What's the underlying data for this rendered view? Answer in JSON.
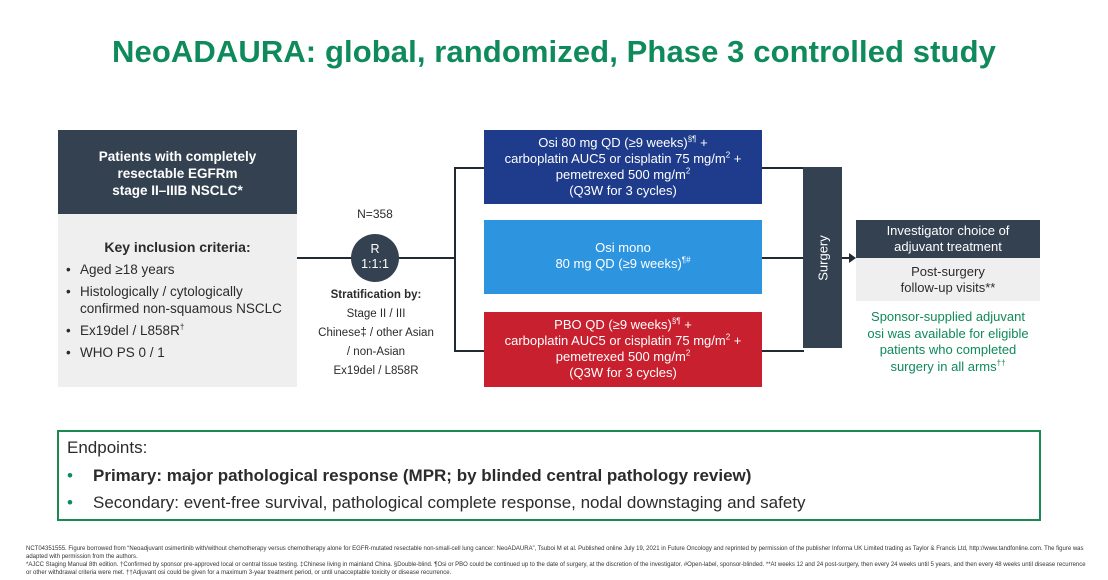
{
  "title": "NeoADAURA: global, randomized, Phase 3 controlled study",
  "patients": {
    "line1": "Patients with completely",
    "line2": "resectable EGFRm",
    "line3": "stage II–IIIB NSCLC*"
  },
  "criteria": {
    "title": "Key inclusion criteria:",
    "items": [
      {
        "lines": [
          "Aged ≥18 years"
        ],
        "sup": ""
      },
      {
        "lines": [
          "Histologically / cytologically",
          "confirmed non-squamous NSCLC"
        ],
        "sup": ""
      },
      {
        "lines": [
          "Ex19del / L858R"
        ],
        "sup": "†"
      },
      {
        "lines": [
          "WHO PS 0 / 1"
        ],
        "sup": ""
      }
    ]
  },
  "randomization": {
    "n": "N=358",
    "r": "R",
    "ratio": "1:1:1"
  },
  "stratification": {
    "heading": "Stratification by:",
    "lines": [
      "Stage II / III",
      "Chinese‡ / other Asian",
      "/ non-Asian",
      "Ex19del / L858R"
    ]
  },
  "arms": [
    {
      "l1": "Osi 80 mg QD (≥9 weeks)",
      "l1_sup": "§¶",
      "l1_tail": " +",
      "l2": "carboplatin AUC5 or cisplatin 75 mg/m",
      "l2_sup": "2",
      "l2_tail": " +",
      "l3": "pemetrexed 500 mg/m",
      "l3_sup": "2",
      "l4": "(Q3W for 3 cycles)",
      "color": "#1f3c8c"
    },
    {
      "l1": "Osi mono",
      "l2": "80 mg QD (≥9 weeks)",
      "l2_sup": "¶#",
      "color": "#2d94e0"
    },
    {
      "l1": "PBO QD (≥9 weeks)",
      "l1_sup": "§¶",
      "l1_tail": " +",
      "l2": "carboplatin AUC5 or cisplatin 75 mg/m",
      "l2_sup": "2",
      "l2_tail": " +",
      "l3": "pemetrexed 500 mg/m",
      "l3_sup": "2",
      "l4": "(Q3W for 3 cycles)",
      "color": "#c8202e"
    }
  ],
  "surgery": "Surgery",
  "investigator": {
    "l1": "Investigator choice of",
    "l2": "adjuvant treatment"
  },
  "followup": {
    "l1": "Post-surgery",
    "l2": "follow-up visits**"
  },
  "sponsor": {
    "l1": "Sponsor-supplied adjuvant",
    "l2": "osi was available for eligible",
    "l3": "patients who completed",
    "l4": "surgery in all arms",
    "l4_sup": "††"
  },
  "endpoints": {
    "title": "Endpoints:",
    "primary": "Primary: major pathological response (MPR; by blinded central pathology review)",
    "secondary": "Secondary: event-free survival, pathological complete response, nodal downstaging and safety",
    "bullet": "•"
  },
  "footnotes": {
    "line1": "NCT04351555. Figure borrowed from “Neoadjuvant osimertinib with/without chemotherapy versus chemotherapy alone for EGFR-mutated resectable non-small-cell lung cancer: NeoADAURA”, Tsuboi M et al. Published online July 19, 2021 in Future Oncology and reprinted by permission of the publisher Informa UK Limited trading as Taylor & Francis Ltd, http://www.tandfonline.com. The figure was adapted with permission from the authors.",
    "line2": "*AJCC Staging Manual 8th edition. †Confirmed by sponsor pre-approved local or central tissue testing. ‡Chinese living in mainland China. §Double-blind. ¶Osi or PBO could be continued up to the date of surgery, at the discretion of the investigator. #Open-label, sponsor-blinded. **At weeks 12 and 24 post-surgery, then every 24 weeks until 5 years, and then every 48 weeks until disease recurrence or other withdrawal criteria were met. ††Adjuvant osi could be given for a maximum 3-year treatment period, or until unacceptable toxicity or disease recurrence."
  }
}
